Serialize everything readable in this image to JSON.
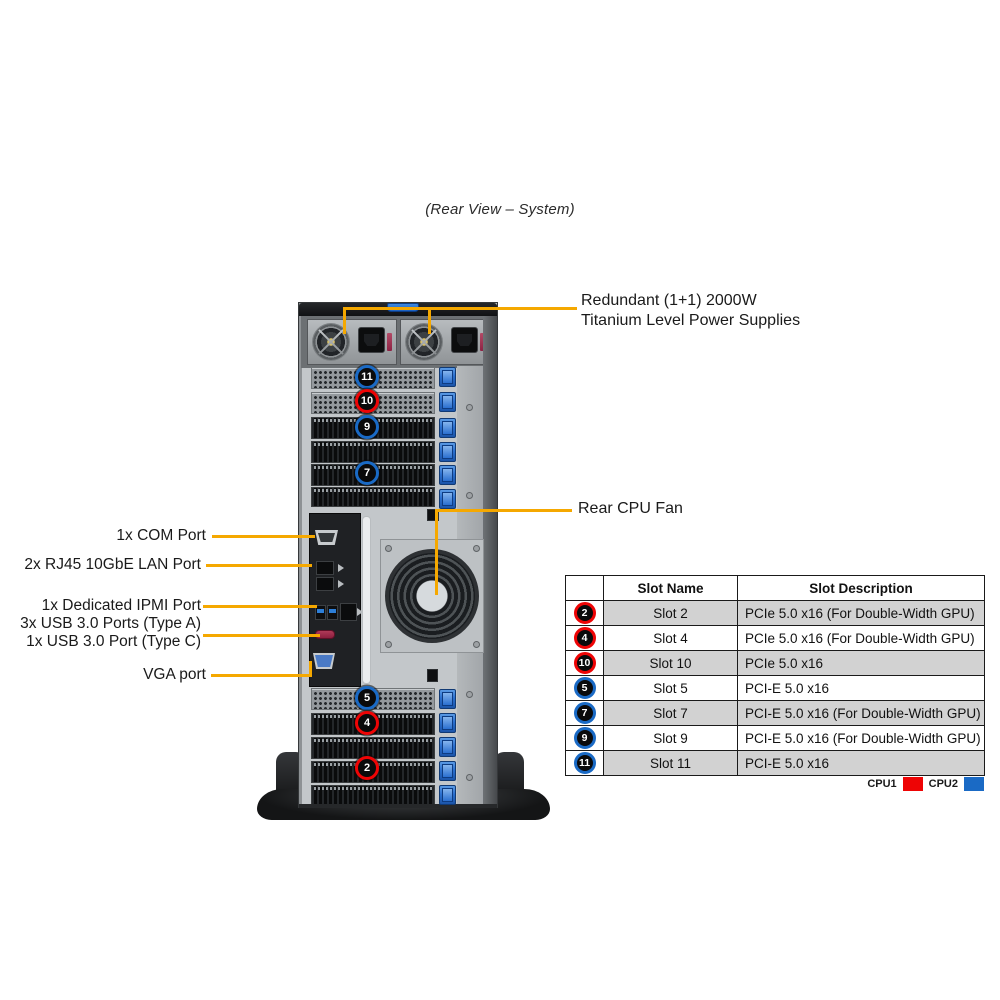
{
  "title": "(Rear View – System)",
  "labels": {
    "psu_line1": "Redundant (1+1) 2000W",
    "psu_line2": "Titanium Level Power Supplies",
    "rear_cpu_fan": "Rear CPU Fan",
    "com": "1x COM Port",
    "lan": "2x RJ45 10GbE LAN Port",
    "ipmi": "1x Dedicated IPMI Port",
    "usb_a": "3x USB 3.0 Ports (Type A)",
    "usb_c": "1x USB 3.0 Port (Type C)",
    "vga": "VGA port"
  },
  "table": {
    "headers": {
      "name": "Slot Name",
      "desc": "Slot Description"
    },
    "rows": [
      {
        "badge": "2",
        "cpu": "cpu1",
        "name": "Slot 2",
        "desc": "PCIe 5.0 x16 (For Double-Width GPU)",
        "shaded": true
      },
      {
        "badge": "4",
        "cpu": "cpu1",
        "name": "Slot 4",
        "desc": "PCIe 5.0 x16 (For Double-Width GPU)",
        "shaded": false
      },
      {
        "badge": "10",
        "cpu": "cpu1",
        "name": "Slot 10",
        "desc": "PCIe 5.0 x16",
        "shaded": true
      },
      {
        "badge": "5",
        "cpu": "cpu2",
        "name": "Slot 5",
        "desc": "PCI-E 5.0 x16",
        "shaded": false
      },
      {
        "badge": "7",
        "cpu": "cpu2",
        "name": "Slot 7",
        "desc": "PCI-E 5.0 x16 (For Double-Width GPU)",
        "shaded": true
      },
      {
        "badge": "9",
        "cpu": "cpu2",
        "name": "Slot 9",
        "desc": "PCI-E 5.0 x16 (For Double-Width GPU)",
        "shaded": false
      },
      {
        "badge": "11",
        "cpu": "cpu2",
        "name": "Slot 11",
        "desc": "PCI-E 5.0 x16",
        "shaded": true
      }
    ]
  },
  "legend": {
    "cpu1": "CPU1",
    "cpu2": "CPU2"
  },
  "chassis_badges": [
    {
      "num": "11",
      "cpu": "cpu2"
    },
    {
      "num": "10",
      "cpu": "cpu1"
    },
    {
      "num": "9",
      "cpu": "cpu2"
    },
    {
      "num": "7",
      "cpu": "cpu2"
    },
    {
      "num": "5",
      "cpu": "cpu2"
    },
    {
      "num": "4",
      "cpu": "cpu1"
    },
    {
      "num": "2",
      "cpu": "cpu1"
    }
  ],
  "colors": {
    "cpu1": "#ee0405",
    "cpu2": "#1a6ac5",
    "callout_line": "#f5a800"
  }
}
